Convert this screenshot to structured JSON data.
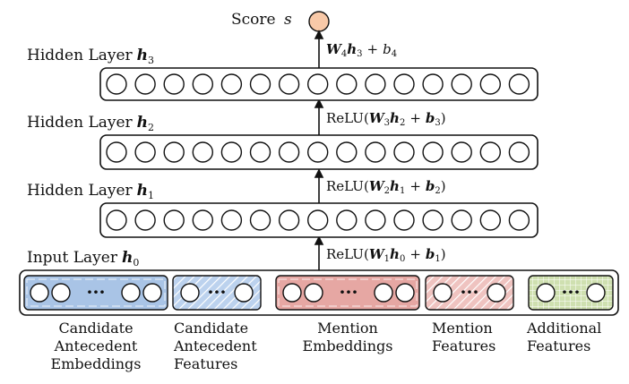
{
  "score_label": "Score",
  "score_symbol": "s",
  "layers": [
    {
      "label": "Hidden Layer",
      "sym": "h",
      "sub": "3"
    },
    {
      "label": "Hidden Layer",
      "sym": "h",
      "sub": "2"
    },
    {
      "label": "Hidden Layer",
      "sym": "h",
      "sub": "1"
    },
    {
      "label": "Input Layer",
      "sym": "h",
      "sub": "0"
    }
  ],
  "equations": {
    "top": {
      "W": "W",
      "Wsub": "4",
      "h": "h",
      "hsub": "3",
      "plus": "+",
      "b": "b",
      "bsub": "4"
    },
    "upper": {
      "fn": "ReLU(",
      "W": "W",
      "Wsub": "3",
      "h": "h",
      "hsub": "2",
      "plus": "+",
      "b": "b",
      "bsub": "3",
      "close": ")"
    },
    "middle": {
      "fn": "ReLU(",
      "W": "W",
      "Wsub": "2",
      "h": "h",
      "hsub": "1",
      "plus": "+",
      "b": "b",
      "bsub": "2",
      "close": ")"
    },
    "lower": {
      "fn": "ReLU(",
      "W": "W",
      "Wsub": "1",
      "h": "h",
      "hsub": "0",
      "plus": "+",
      "b": "b",
      "bsub": "1",
      "close": ")"
    }
  },
  "input_groups": [
    {
      "lines": [
        "Candidate",
        "Antecedent",
        "Embeddings"
      ],
      "color": "#a9c4e6"
    },
    {
      "lines": [
        "Candidate",
        "Antecedent",
        "Features"
      ],
      "color": "#bcd2ee"
    },
    {
      "lines": [
        "Mention",
        "Embeddings"
      ],
      "color": "#e6a7a3"
    },
    {
      "lines": [
        "Mention",
        "Features"
      ],
      "color": "#efc3c0"
    },
    {
      "lines": [
        "Additional",
        "Features"
      ],
      "color": "#cfe0b0"
    }
  ],
  "colors": {
    "score_node": "#f8c9a8",
    "stroke": "#111111"
  }
}
